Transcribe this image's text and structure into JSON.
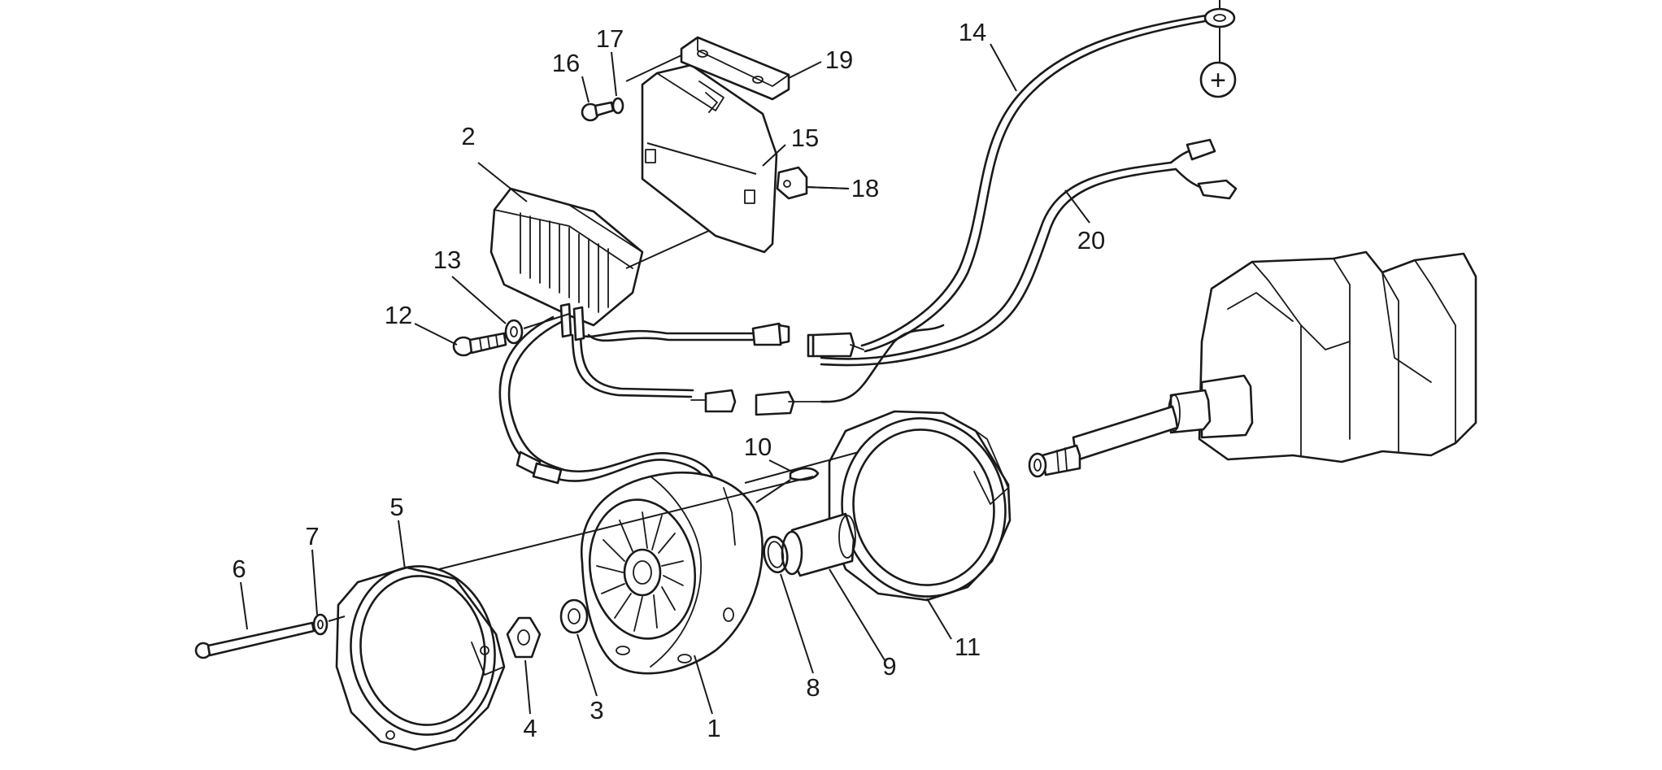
{
  "diagram": {
    "callouts": [
      {
        "id": "1",
        "text": "1"
      },
      {
        "id": "2",
        "text": "2"
      },
      {
        "id": "3",
        "text": "3"
      },
      {
        "id": "4",
        "text": "4"
      },
      {
        "id": "5",
        "text": "5"
      },
      {
        "id": "6",
        "text": "6"
      },
      {
        "id": "7",
        "text": "7"
      },
      {
        "id": "8",
        "text": "8"
      },
      {
        "id": "9",
        "text": "9"
      },
      {
        "id": "10",
        "text": "10"
      },
      {
        "id": "11",
        "text": "11"
      },
      {
        "id": "12",
        "text": "12"
      },
      {
        "id": "13",
        "text": "13"
      },
      {
        "id": "14",
        "text": "14"
      },
      {
        "id": "15",
        "text": "15"
      },
      {
        "id": "16",
        "text": "16"
      },
      {
        "id": "17",
        "text": "17"
      },
      {
        "id": "18",
        "text": "18"
      },
      {
        "id": "19",
        "text": "19"
      },
      {
        "id": "20",
        "text": "20"
      }
    ],
    "battery_symbol": "+",
    "icons": [
      "plus-circle-icon"
    ]
  }
}
